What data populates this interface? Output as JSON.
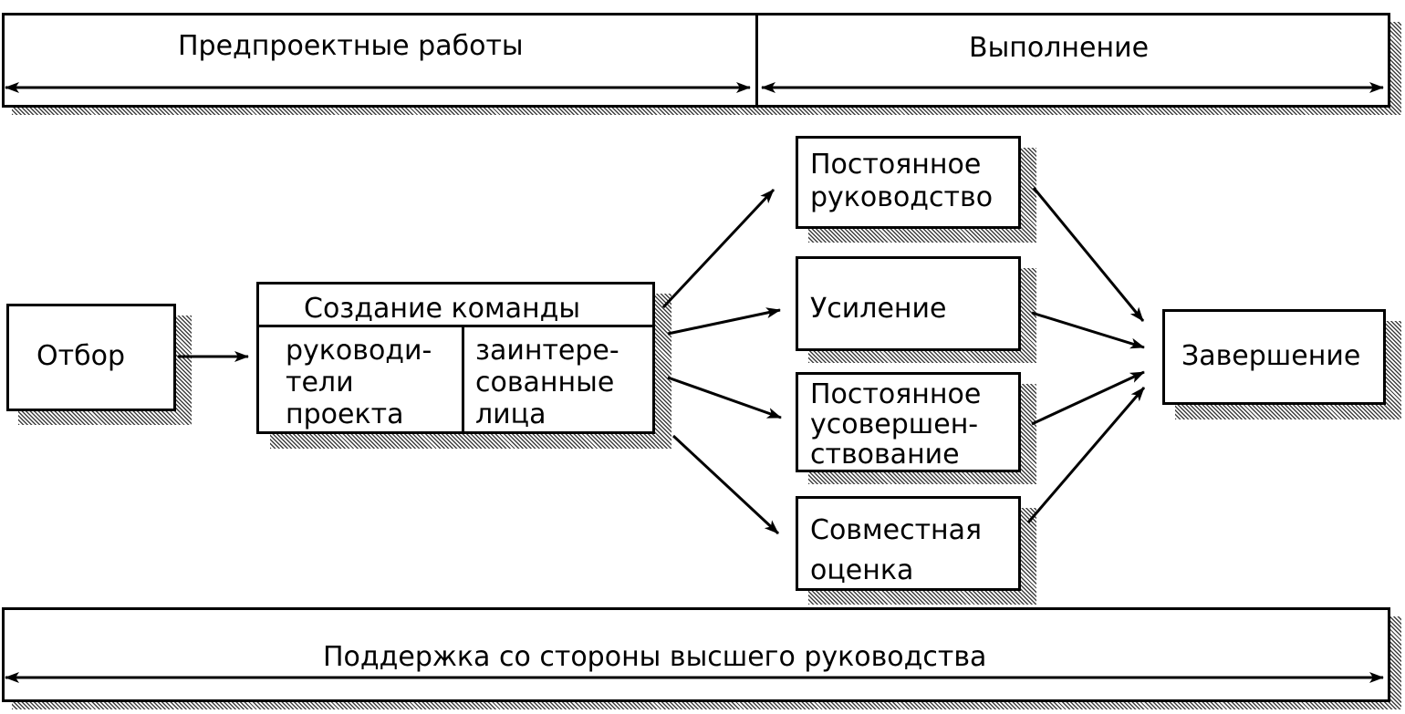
{
  "phases": {
    "pre_project": "Предпроектные работы",
    "execution": "Выполнение"
  },
  "stages": {
    "selection": "Отбор",
    "team": {
      "title": "Создание команды",
      "left_lines": [
        "руководи-",
        "тели",
        "проекта"
      ],
      "right_lines": [
        "заинтере-",
        "сованные",
        "лица"
      ]
    },
    "activities": [
      {
        "lines": [
          "Постоянное",
          "руководство"
        ]
      },
      {
        "lines": [
          "Усиление"
        ]
      },
      {
        "lines": [
          "Постоянное",
          "усовершен-",
          "ствование"
        ]
      },
      {
        "lines": [
          "Совместная",
          "оценка"
        ]
      }
    ],
    "completion": "Завершение"
  },
  "footer": {
    "support": "Поддержка со стороны высшего руководства"
  }
}
